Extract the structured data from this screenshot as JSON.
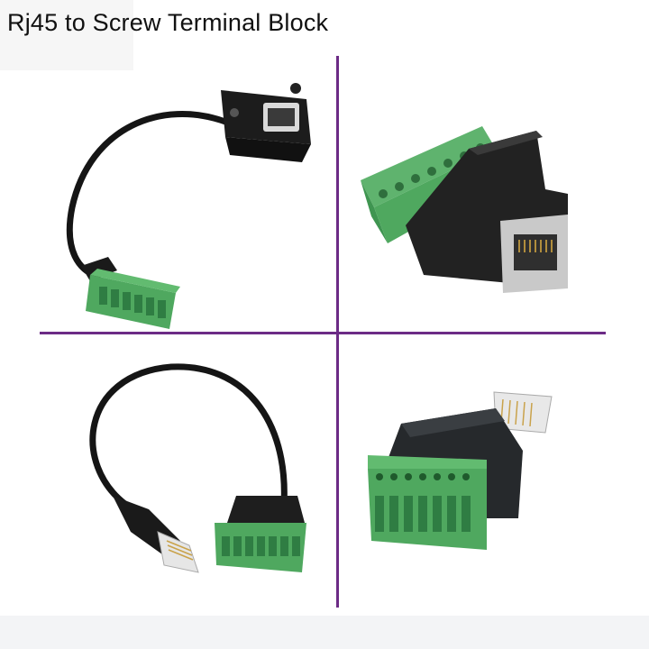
{
  "title": "Rj45 to Screw Terminal Block",
  "colors": {
    "divider": "#6c2b86",
    "terminal_green": "#4fa85f",
    "terminal_dark_green": "#2f7d43",
    "cable_black": "#151515",
    "housing_black": "#222222",
    "metal_silver": "#b9b9b9"
  },
  "panels": [
    {
      "name": "panel-mount-cable-adapter"
    },
    {
      "name": "block-adapter-female-jack"
    },
    {
      "name": "cable-adapter-male-plug"
    },
    {
      "name": "block-adapter-male-plug"
    }
  ]
}
